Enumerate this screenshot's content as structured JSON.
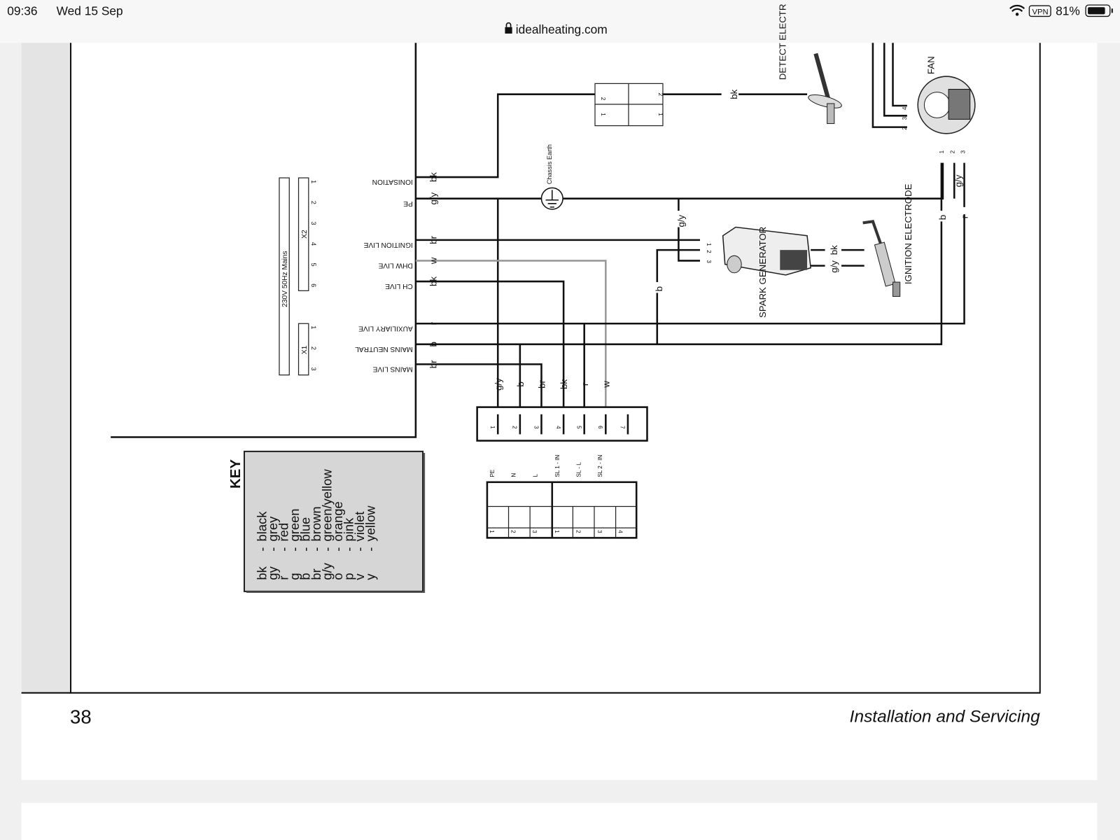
{
  "status_bar": {
    "time": "09:36",
    "date": "Wed 15 Sep",
    "url": "idealheating.com",
    "vpn": "VPN",
    "battery": "81%"
  },
  "diagram": {
    "mains_label": "230V 50Hz Mains",
    "x2_label": "X2",
    "x1_label": "X1",
    "x2_pins": [
      "1",
      "2",
      "3",
      "4",
      "5",
      "6"
    ],
    "x1_pins": [
      "1",
      "2",
      "3"
    ],
    "terminals": [
      {
        "name": "IONISATION",
        "wire": "bk"
      },
      {
        "name": "PE",
        "wire": "g/y"
      },
      {
        "name": "IGNITION LIVE",
        "wire": "br"
      },
      {
        "name": "DHW LIVE",
        "wire": "w"
      },
      {
        "name": "CH LIVE",
        "wire": "bk"
      },
      {
        "name": "AUXILIARY LIVE",
        "wire": "r"
      },
      {
        "name": "MAINS NEUTRAL",
        "wire": "b"
      },
      {
        "name": "MAINS LIVE",
        "wire": "br"
      }
    ],
    "chassis_earth": "Chassis Earth",
    "detection_electrode": "DETECT ELECTR",
    "detection_wire": "bk",
    "detection_connector_pins": [
      "2",
      "1",
      "2",
      "1"
    ],
    "fan": "FAN",
    "fan_pins_top": [
      "2",
      "3",
      "4"
    ],
    "fan_pins_bottom": [
      "1",
      "2",
      "3"
    ],
    "fan_wires": [
      "g/y",
      "b",
      "r"
    ],
    "spark_generator": "SPARK GENERATOR",
    "spark_pins": [
      "1",
      "2",
      "3"
    ],
    "spark_wires": [
      "g/y",
      "b"
    ],
    "ignition_electrode": "IGNITION ELECTRODE",
    "ignition_wires": [
      "bk",
      "g/y"
    ],
    "bottom_connector_wires": [
      "g/y",
      "b",
      "br",
      "bk",
      "r",
      "w"
    ],
    "bottom_connector_pins": [
      "1",
      "2",
      "3",
      "4",
      "5",
      "6",
      "7"
    ],
    "terminal_block_headers": [
      "PE",
      "N",
      "L",
      "SL 1 - IN",
      "SL - L",
      "SL 2 - IN"
    ],
    "terminal_block_pins": [
      "1",
      "2",
      "3",
      "1",
      "2",
      "3",
      "4"
    ]
  },
  "key": {
    "title": "KEY",
    "items": [
      {
        "code": "bk",
        "color": "black"
      },
      {
        "code": "gy",
        "color": "grey"
      },
      {
        "code": "r",
        "color": "red"
      },
      {
        "code": "g",
        "color": "green"
      },
      {
        "code": "b",
        "color": "blue"
      },
      {
        "code": "br",
        "color": "brown"
      },
      {
        "code": "g/y",
        "color": "green/yellow"
      },
      {
        "code": "o",
        "color": "orange"
      },
      {
        "code": "p",
        "color": "pink"
      },
      {
        "code": "v",
        "color": "violet"
      },
      {
        "code": "y",
        "color": "yellow"
      }
    ]
  },
  "footer": {
    "page_number": "38",
    "title": "Installation and Servicing"
  }
}
